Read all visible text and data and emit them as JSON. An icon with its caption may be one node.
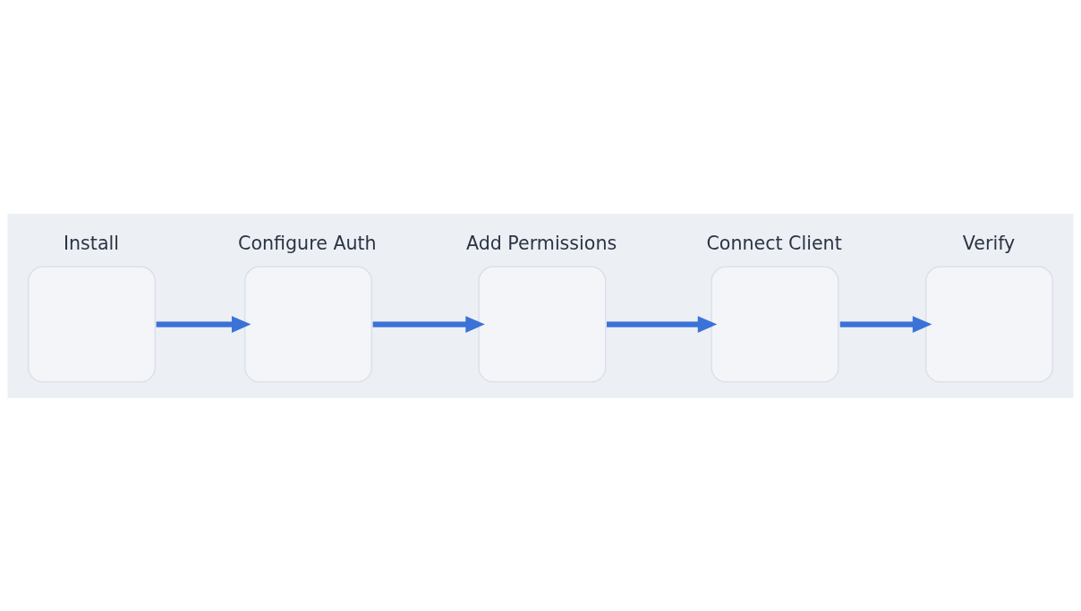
{
  "diagram": {
    "nodes": [
      {
        "text": [
          "Install"
        ]
      },
      {
        "text": [
          "Configure Auth"
        ]
      },
      {
        "text": [
          "Add Permissions"
        ]
      },
      {
        "text": [
          "Connect Client"
        ]
      },
      {
        "text": [
          "Verify"
        ]
      }
    ],
    "edges": [
      {
        "from": 0,
        "to": 1,
        "arrow": "to"
      },
      {
        "from": 1,
        "to": 2,
        "arrow": "to"
      },
      {
        "from": 2,
        "to": 3,
        "arrow": "to"
      },
      {
        "from": 3,
        "to": 4,
        "arrow": "to"
      }
    ]
  }
}
